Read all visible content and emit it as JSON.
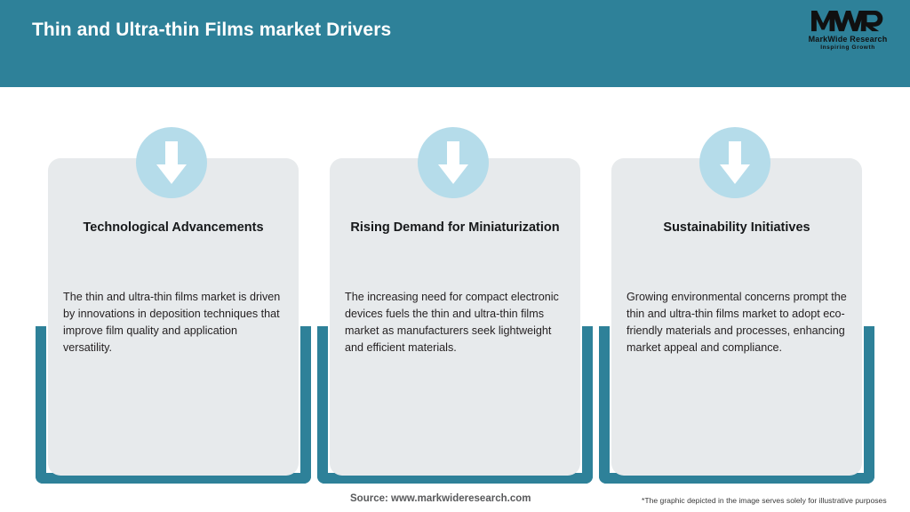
{
  "header": {
    "title": "Thin and Ultra-thin Films market Drivers",
    "background_color": "#2e8199",
    "title_color": "#ffffff"
  },
  "logo": {
    "mark_text": "MWR",
    "brand_name": "MarkWide Research",
    "tagline": "Inspiring Growth",
    "icon": "mwr-logo-icon"
  },
  "cards": [
    {
      "icon": "down-arrow-icon",
      "title": "Technological Advancements",
      "body": "The thin and ultra-thin films market is driven by innovations in deposition techniques that improve film quality and application versatility."
    },
    {
      "icon": "down-arrow-icon",
      "title": "Rising Demand for Miniaturization",
      "body": "The increasing need for compact electronic devices fuels the thin and ultra-thin films market as manufacturers seek lightweight and efficient materials."
    },
    {
      "icon": "down-arrow-icon",
      "title": "Sustainability Initiatives",
      "body": "Growing environmental concerns prompt the thin and ultra-thin films market to adopt eco-friendly materials and processes, enhancing market appeal and compliance."
    }
  ],
  "footer": {
    "source": "Source: www.markwideresearch.com",
    "disclaimer": "*The graphic depicted in the image serves solely for illustrative purposes"
  },
  "colors": {
    "accent_teal": "#2e8199",
    "badge_blue": "#b5dcea",
    "card_grey": "#e7eaec",
    "page_background": "#ffffff"
  }
}
